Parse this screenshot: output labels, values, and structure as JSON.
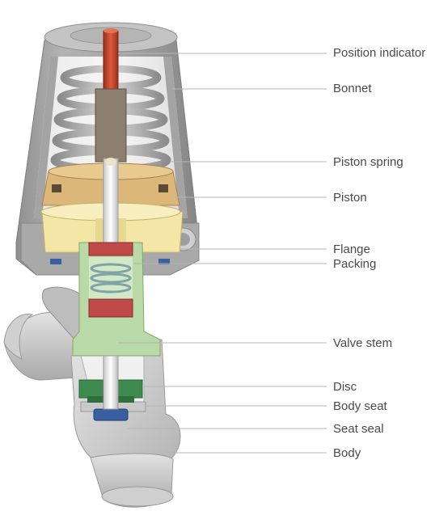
{
  "labels": {
    "position_indicator": "Position indicator",
    "bonnet": "Bonnet",
    "piston_spring": "Piston spring",
    "piston": "Piston",
    "flange": "Flange",
    "packing": "Packing",
    "valve_stem": "Valve stem",
    "disc": "Disc",
    "body_seat": "Body seat",
    "seat_seal": "Seat seal",
    "body": "Body"
  },
  "colors": {
    "metal_light": "#dcdcdc",
    "metal_mid": "#b9b9b9",
    "metal_dark": "#8e8e8e",
    "indicator_red": "#c8462c",
    "piston_tan": "#dcb77a",
    "flange_yellow": "#f3e6a6",
    "packing_green": "#b9d9a6",
    "seal_red": "#c0494a",
    "disc_green": "#3f8a4e",
    "seal_blue": "#3a5fa0",
    "leader_line": "#b4b4b4",
    "label_text": "#4a4a4a"
  }
}
